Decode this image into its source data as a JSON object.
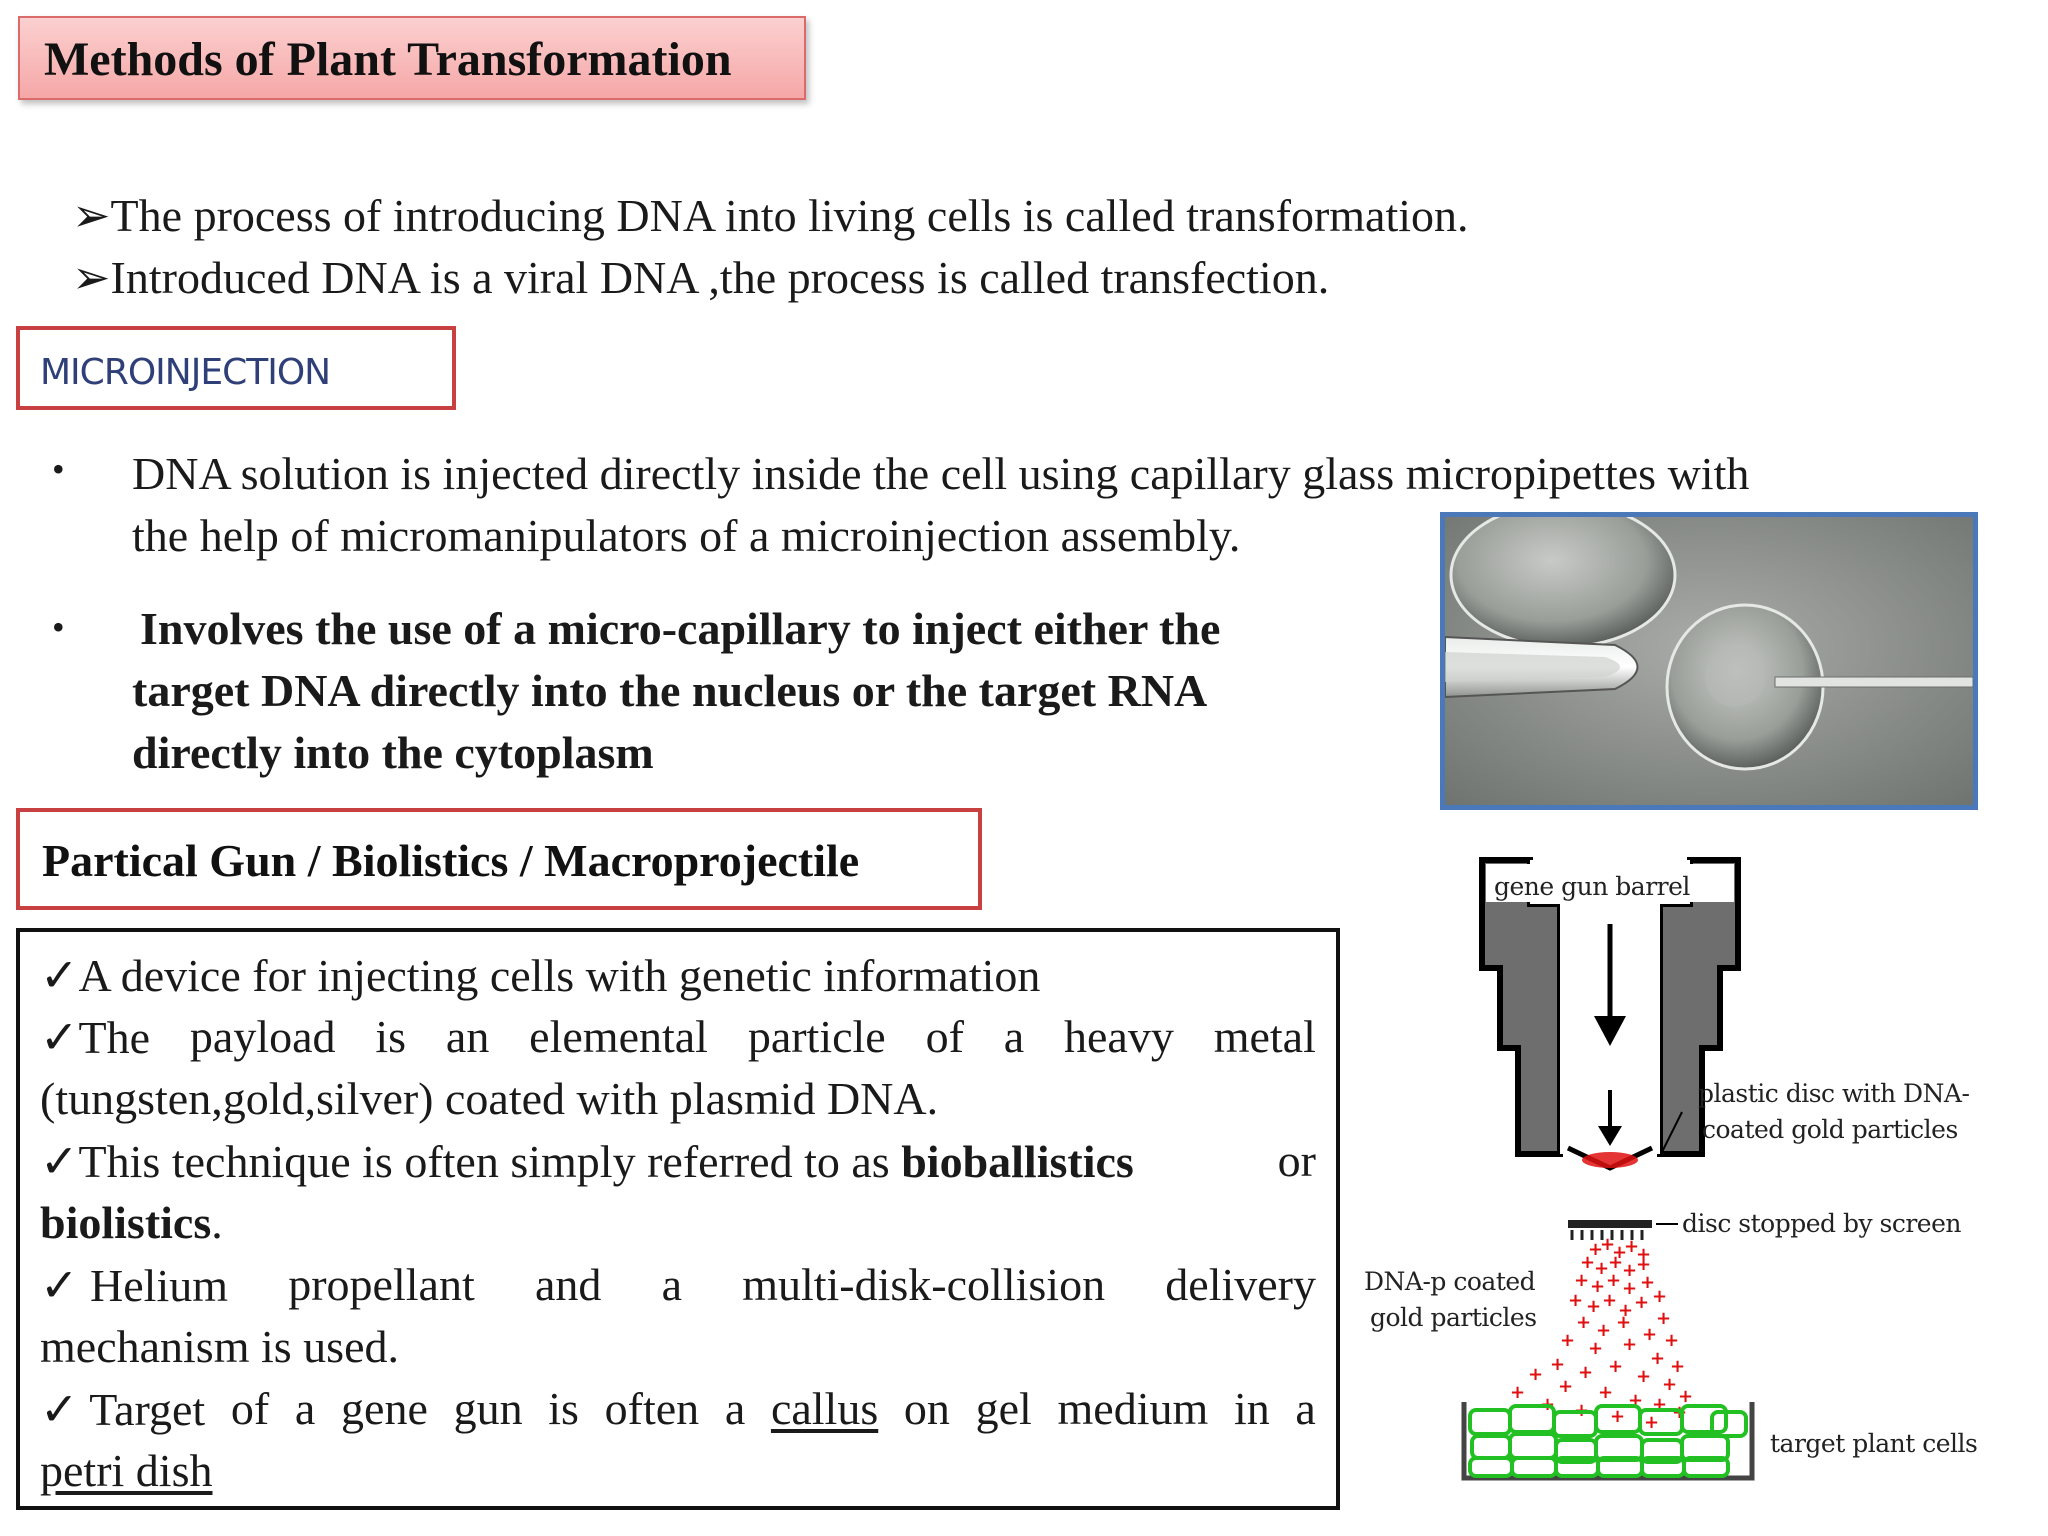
{
  "title": "Methods of Plant Transformation",
  "intro": {
    "bullet_glyph": "➢",
    "lines": [
      "The process of introducing DNA into living cells is called transformation.",
      "Introduced DNA is a viral DNA ,the process is called transfection."
    ]
  },
  "microinjection": {
    "heading": "MICROINJECTION",
    "bullet_glyph": "•",
    "point1_line1": "DNA solution is  injected directly inside the cell using capillary glass micropipettes  with",
    "point1_line2": "the help of micromanipulators of a microinjection assembly.",
    "point2_line1": "Involves the use of a micro-capillary to inject either the",
    "point2_line2": "target DNA directly into the nucleus or the target RNA",
    "point2_line3": "directly into the cytoplasm"
  },
  "particle_gun": {
    "heading": "Partical Gun / Biolistics / Macroprojectile",
    "check": "✓",
    "line1": "A device for injecting cells with genetic information",
    "line2_words": [
      "The",
      "payload",
      "is",
      "an",
      "elemental",
      "particle",
      "of",
      "a",
      "heavy",
      "metal"
    ],
    "line3": "(tungsten,gold,silver) coated with plasmid DNA.",
    "line4_pre": "This technique is often simply referred to as ",
    "line4_bold": "bioballistics",
    "line4_post": " or",
    "line5_bold": "biolistics",
    "line5_post": ".",
    "line6_words": [
      "Helium",
      "propellant",
      "and",
      "a",
      "multi-disk-collision",
      "delivery"
    ],
    "line7": "mechanism is used.",
    "line8_words": [
      "Target",
      "of",
      "a",
      "gene",
      "gun",
      "is",
      "often",
      "a"
    ],
    "line8_underlined": "callus",
    "line8_tail_words": [
      "on",
      "gel",
      "medium",
      "in",
      "a"
    ],
    "line9_underlined": "petri dish"
  },
  "diagram": {
    "barrel_label": "gene gun barrel",
    "disc_label_1": "plastic disc with DNA-",
    "disc_label_2": "coated gold particles",
    "screen_label": "disc stopped by screen",
    "particles_label_1": "DNA-p coated",
    "particles_label_2": "gold particles",
    "target_label": "target plant cells",
    "colors": {
      "particles": "#e01010",
      "cells": "#22c022",
      "barrel": "#6e6e6e"
    }
  }
}
